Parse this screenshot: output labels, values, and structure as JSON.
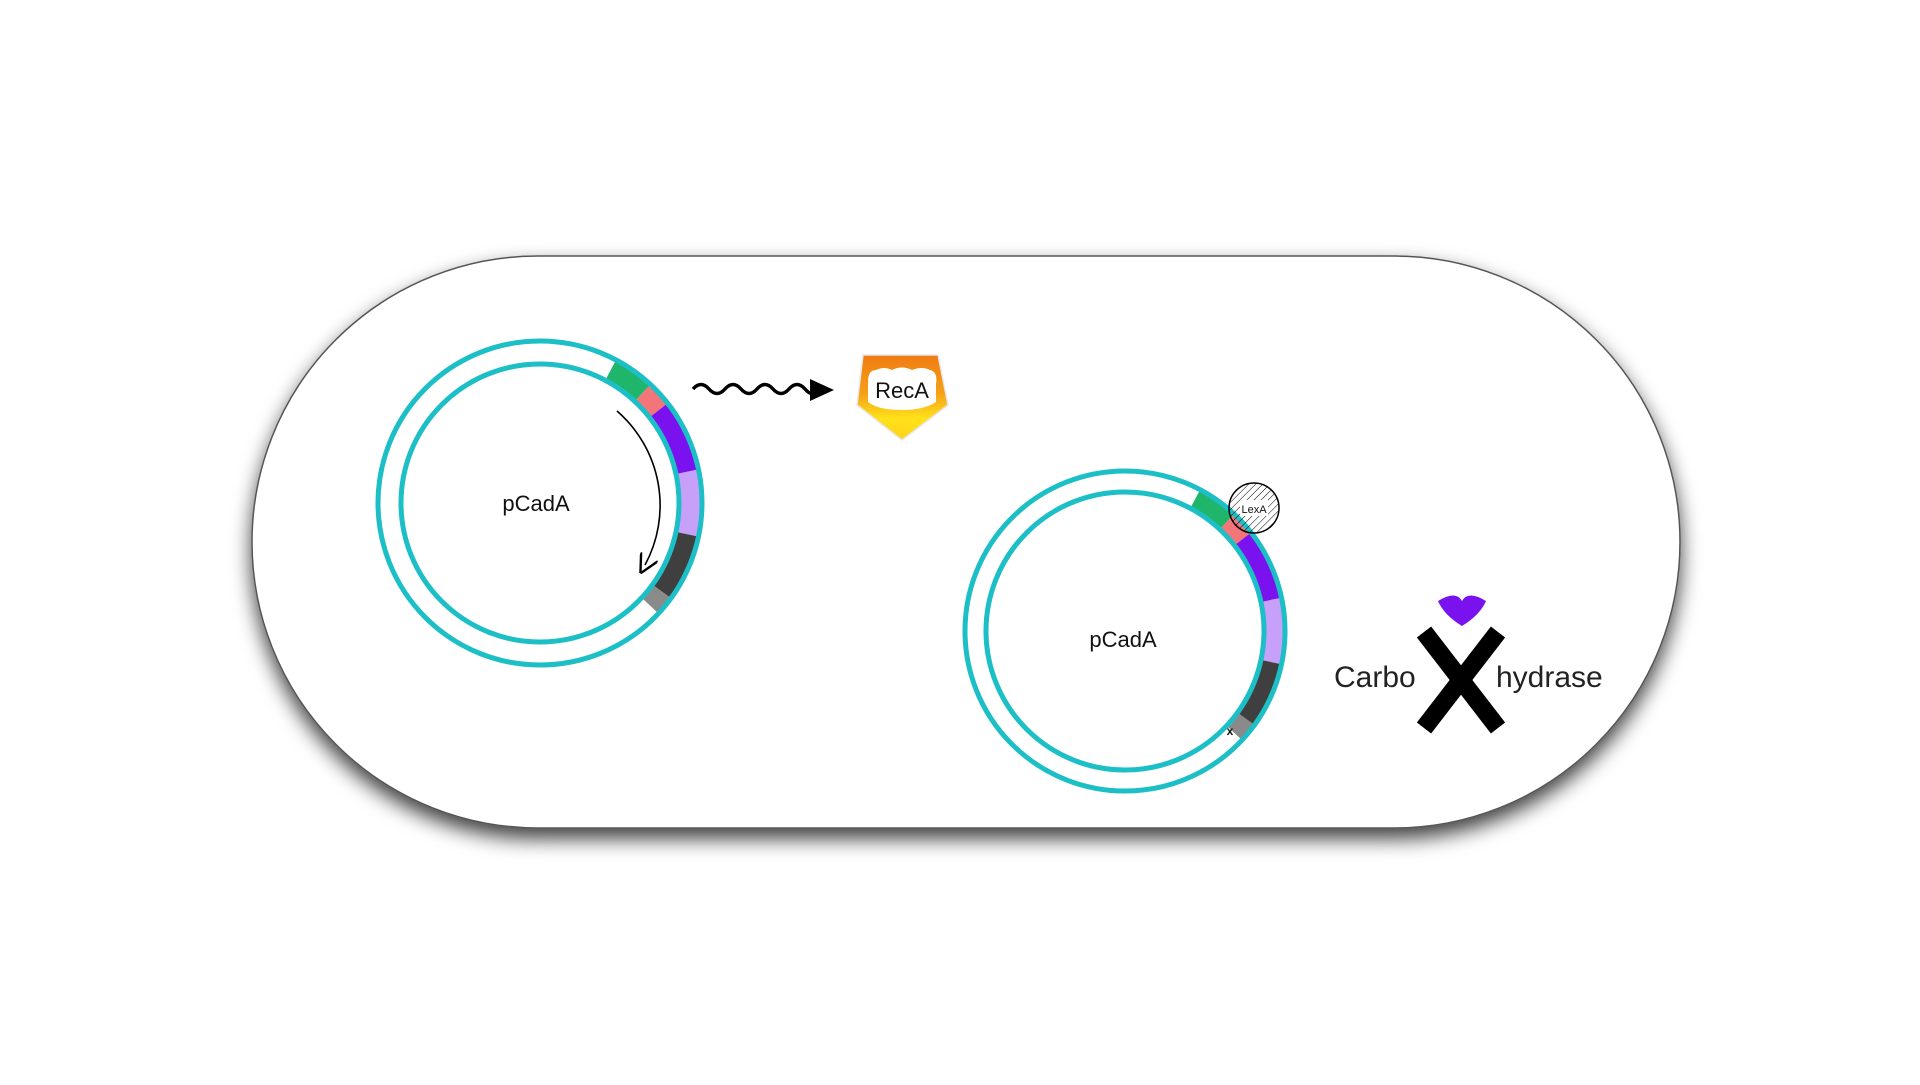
{
  "colors": {
    "background": "#ffffff",
    "cell_fill": "#ffffff",
    "plasmid_ring": "#1cbfc6",
    "promoter_green": "#1fb56b",
    "operator_salmon": "#f2757a",
    "gene_purple": "#7a12f0",
    "gene_lavender": "#c7a0fa",
    "terminator_dark": "#3f3f3f",
    "terminator_grey": "#8a8a8a",
    "reca_orange": "#f07b12",
    "reca_yellow": "#ffe21a",
    "enzyme_purple": "#7a12f0",
    "cross_black": "#000000"
  },
  "left_plasmid": {
    "name": "pCadA",
    "state": "expressing",
    "transcription_arrow": true
  },
  "right_plasmid": {
    "name": "pCadA",
    "state": "repressed",
    "repressor_label": "LexA",
    "terminator_mark": "x"
  },
  "product": {
    "label": "RecA",
    "icon": "reca-pentagon-icon"
  },
  "enzyme": {
    "label_left": "Carbo",
    "label_right": "hydrase",
    "icon": "enzyme-cap-icon",
    "crossed_out": true,
    "cross_icon": "x-cross-icon"
  },
  "arrows": {
    "mrna_to_protein": "wavy-arrow-icon"
  }
}
